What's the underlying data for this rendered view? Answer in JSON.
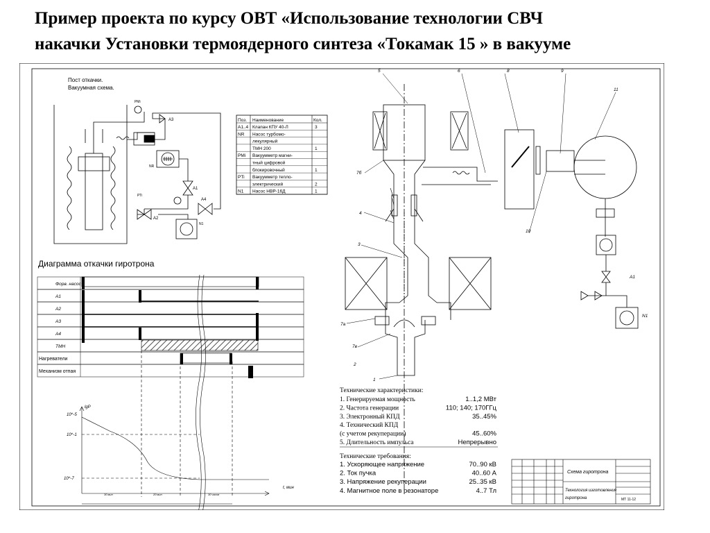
{
  "header": {
    "title_line1": "Пример проекта по курсу ОВТ «Использование технологии  СВЧ",
    "title_line2": "накачки Установки  термоядерного синтеза «Токамак 15 » в вакууме"
  },
  "vacuum_scheme": {
    "caption_line1": "Пост откачки.",
    "caption_line2": "Вакуумная схема.",
    "labels": {
      "a3": "А3",
      "a4": "А4",
      "a1": "А1",
      "a2": "А2",
      "n1": "N1",
      "pmi": "РМi",
      "pti": "РТi",
      "nr": "NR"
    }
  },
  "spec_table": {
    "headers": [
      "Поз.",
      "Наименование",
      "Кол."
    ],
    "rows": [
      [
        "А1..4",
        "Клапан КПУ 40-Л",
        "3"
      ],
      [
        "NR",
        "Насос турбомо-",
        ""
      ],
      [
        "",
        "лекулярный",
        ""
      ],
      [
        "",
        "ТМН 200",
        "1"
      ],
      [
        "PMi",
        "Вакуумметр магни-",
        ""
      ],
      [
        "",
        "тный цифровой",
        ""
      ],
      [
        "",
        "блокировочный",
        "1"
      ],
      [
        "PTi",
        "Вакуумметр тепло-",
        ""
      ],
      [
        "",
        "электрический",
        "2"
      ],
      [
        "N1",
        "Насос НВР-16Д",
        "1"
      ]
    ]
  },
  "pumping_diagram": {
    "title": "Диаграмма откачки гиротрона",
    "rows": [
      "Форв. насос",
      "А1",
      "А2",
      "А3",
      "А4",
      "ТМН",
      "Нагреватели",
      "Механизм отпая"
    ],
    "y_axis_label": "lgP",
    "y_ticks": [
      "10^-5",
      "10^-1",
      "10^-7"
    ],
    "x_axis_label": "t, мин",
    "intervals": [
      "30 мин",
      "20 мин",
      "30 часов"
    ]
  },
  "gyrotron": {
    "callouts": [
      "5",
      "6",
      "8",
      "9",
      "11",
      "7б",
      "4",
      "3",
      "7а",
      "7в",
      "2",
      "1",
      "10",
      "А1",
      "N1"
    ]
  },
  "tech_specs": {
    "heading": "Технические характеристики:",
    "items": [
      {
        "label": "1. Генерируемая мощность",
        "value": "1..1,2 МВт"
      },
      {
        "label": "2. Частота генерации",
        "value": "110; 140; 170ГГц"
      },
      {
        "label": "3. Электронный КПД",
        "value": "35..45%"
      },
      {
        "label": "4. Технический КПД",
        "value": ""
      },
      {
        "label": "(с учетом рекуперации)",
        "value": "45..60%"
      },
      {
        "label": "5. Длительность импульса",
        "value": "Непрерывно"
      }
    ]
  },
  "tech_requirements": {
    "heading": "Технические требования:",
    "items": [
      {
        "label": "1. Ускоряющее напряжение",
        "value": "70..90 кВ"
      },
      {
        "label": "2. Ток пучка",
        "value": "40..60 А"
      },
      {
        "label": "3. Напряжение рекуперации",
        "value": "25..35 кВ"
      },
      {
        "label": "4. Магнитное поле в резонаторе",
        "value": "4..7 Тл"
      }
    ]
  },
  "title_block": {
    "name_line": "Схема гиротрона",
    "desc_line1": "Технология изготовления",
    "desc_line2": "гиротрона",
    "group": "МТ 11-12"
  }
}
